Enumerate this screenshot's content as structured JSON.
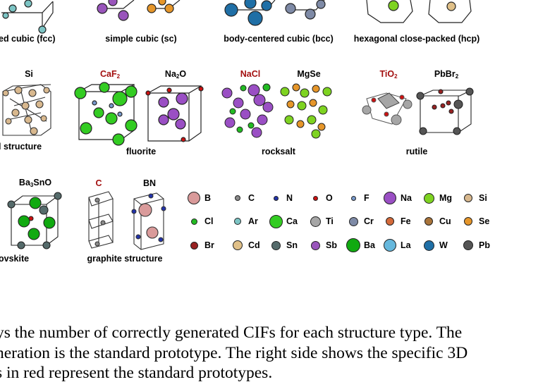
{
  "row1": {
    "labels": [
      "ed cubic (fcc)",
      "simple cubic (sc)",
      "body-centered cubic (bcc)",
      "hexagonal close-packed (hcp)"
    ]
  },
  "row2": {
    "si": "Si",
    "caf2": {
      "base": "CaF",
      "sub": "2"
    },
    "na2o": {
      "base": "Na",
      "sub": "2",
      "tail": "O"
    },
    "nacl": "NaCl",
    "mgse": "MgSe",
    "tio2": {
      "base": "TiO",
      "sub": "2"
    },
    "pbbr2": {
      "base": "PbBr",
      "sub": "2"
    },
    "diamond": "l structure",
    "fluorite": "fluorite",
    "rocksalt": "rocksalt",
    "rutile": "rutile"
  },
  "row3": {
    "ba3sno": {
      "base": "Ba",
      "sub": "3",
      "tail": "SnO"
    },
    "c": "C",
    "bn": "BN",
    "perovskite": "ovskite",
    "graphite": "graphite structure"
  },
  "legend": [
    {
      "label": "B",
      "color": "#d99a9a",
      "size": 18
    },
    {
      "label": "C",
      "color": "#8a8a8a",
      "size": 8
    },
    {
      "label": "N",
      "color": "#2233aa",
      "size": 7
    },
    {
      "label": "O",
      "color": "#cc1111",
      "size": 7
    },
    {
      "label": "F",
      "color": "#7799cc",
      "size": 7
    },
    {
      "label": "Na",
      "color": "#9a4fc4",
      "size": 18
    },
    {
      "label": "Mg",
      "color": "#7ed321",
      "size": 15
    },
    {
      "label": "Si",
      "color": "#d8b88e",
      "size": 12
    },
    {
      "label": "Cl",
      "color": "#22bb22",
      "size": 9
    },
    {
      "label": "Ar",
      "color": "#7cc4c4",
      "size": 10
    },
    {
      "label": "Ca",
      "color": "#33cc22",
      "size": 19
    },
    {
      "label": "Ti",
      "color": "#a6a6a6",
      "size": 15
    },
    {
      "label": "Cr",
      "color": "#7e8aa6",
      "size": 13
    },
    {
      "label": "Fe",
      "color": "#d46a3a",
      "size": 12
    },
    {
      "label": "Cu",
      "color": "#a9743a",
      "size": 12
    },
    {
      "label": "Se",
      "color": "#e6962a",
      "size": 12
    },
    {
      "label": "Br",
      "color": "#992222",
      "size": 11
    },
    {
      "label": "Cd",
      "color": "#e0c088",
      "size": 14
    },
    {
      "label": "Sn",
      "color": "#556b6b",
      "size": 13
    },
    {
      "label": "Sb",
      "color": "#9955bb",
      "size": 13
    },
    {
      "label": "Ba",
      "color": "#11aa11",
      "size": 20
    },
    {
      "label": "La",
      "color": "#66b8dd",
      "size": 18
    },
    {
      "label": "W",
      "color": "#1f6fa6",
      "size": 15
    },
    {
      "label": "Pb",
      "color": "#555555",
      "size": 14
    }
  ],
  "caption": [
    "ys the number of correctly generated CIFs for each structure type. The",
    "neration is the standard prototype. The right side shows the specific 3D",
    "s in red represent the standard prototypes."
  ]
}
